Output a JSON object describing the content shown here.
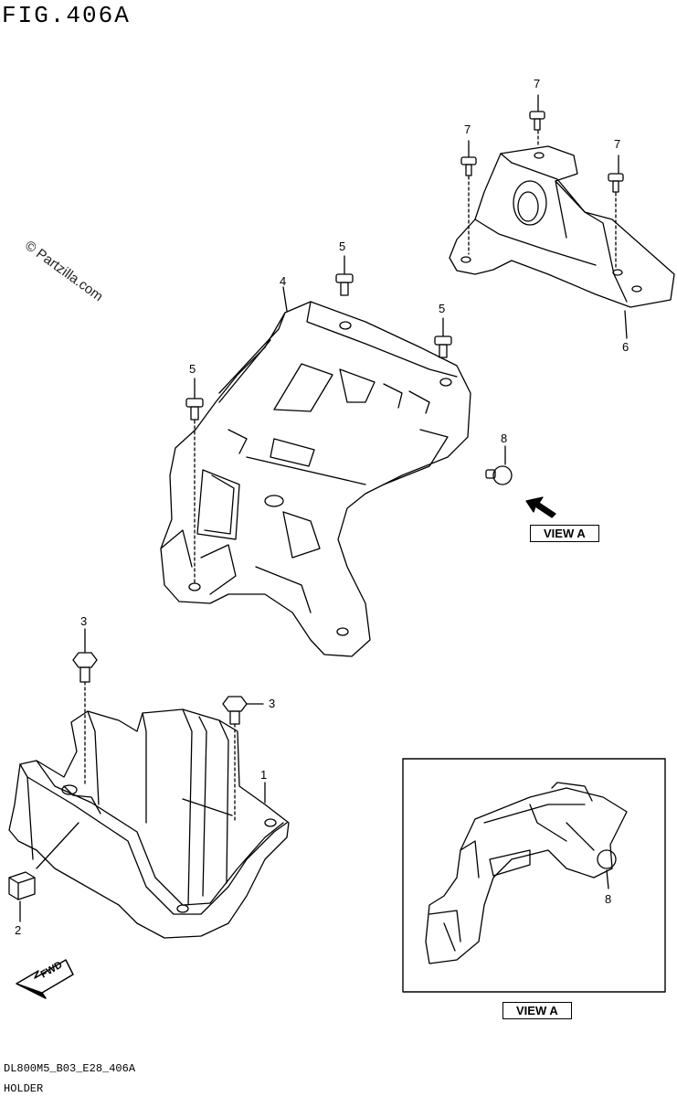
{
  "title": "FIG.406A",
  "watermark": "© Partzilla.com",
  "callouts": {
    "c1": "1",
    "c2": "2",
    "c3a": "3",
    "c3b": "3",
    "c4": "4",
    "c5a": "5",
    "c5b": "5",
    "c5c": "5",
    "c6": "6",
    "c7a": "7",
    "c7b": "7",
    "c7c": "7",
    "c8": "8",
    "c8b": "8"
  },
  "view_labels": {
    "upper": "VIEW A",
    "lower": "VIEW A"
  },
  "fwd_label": "FWD",
  "footer": {
    "code": "DL800M5_B03_E28_406A",
    "name": "HOLDER"
  }
}
